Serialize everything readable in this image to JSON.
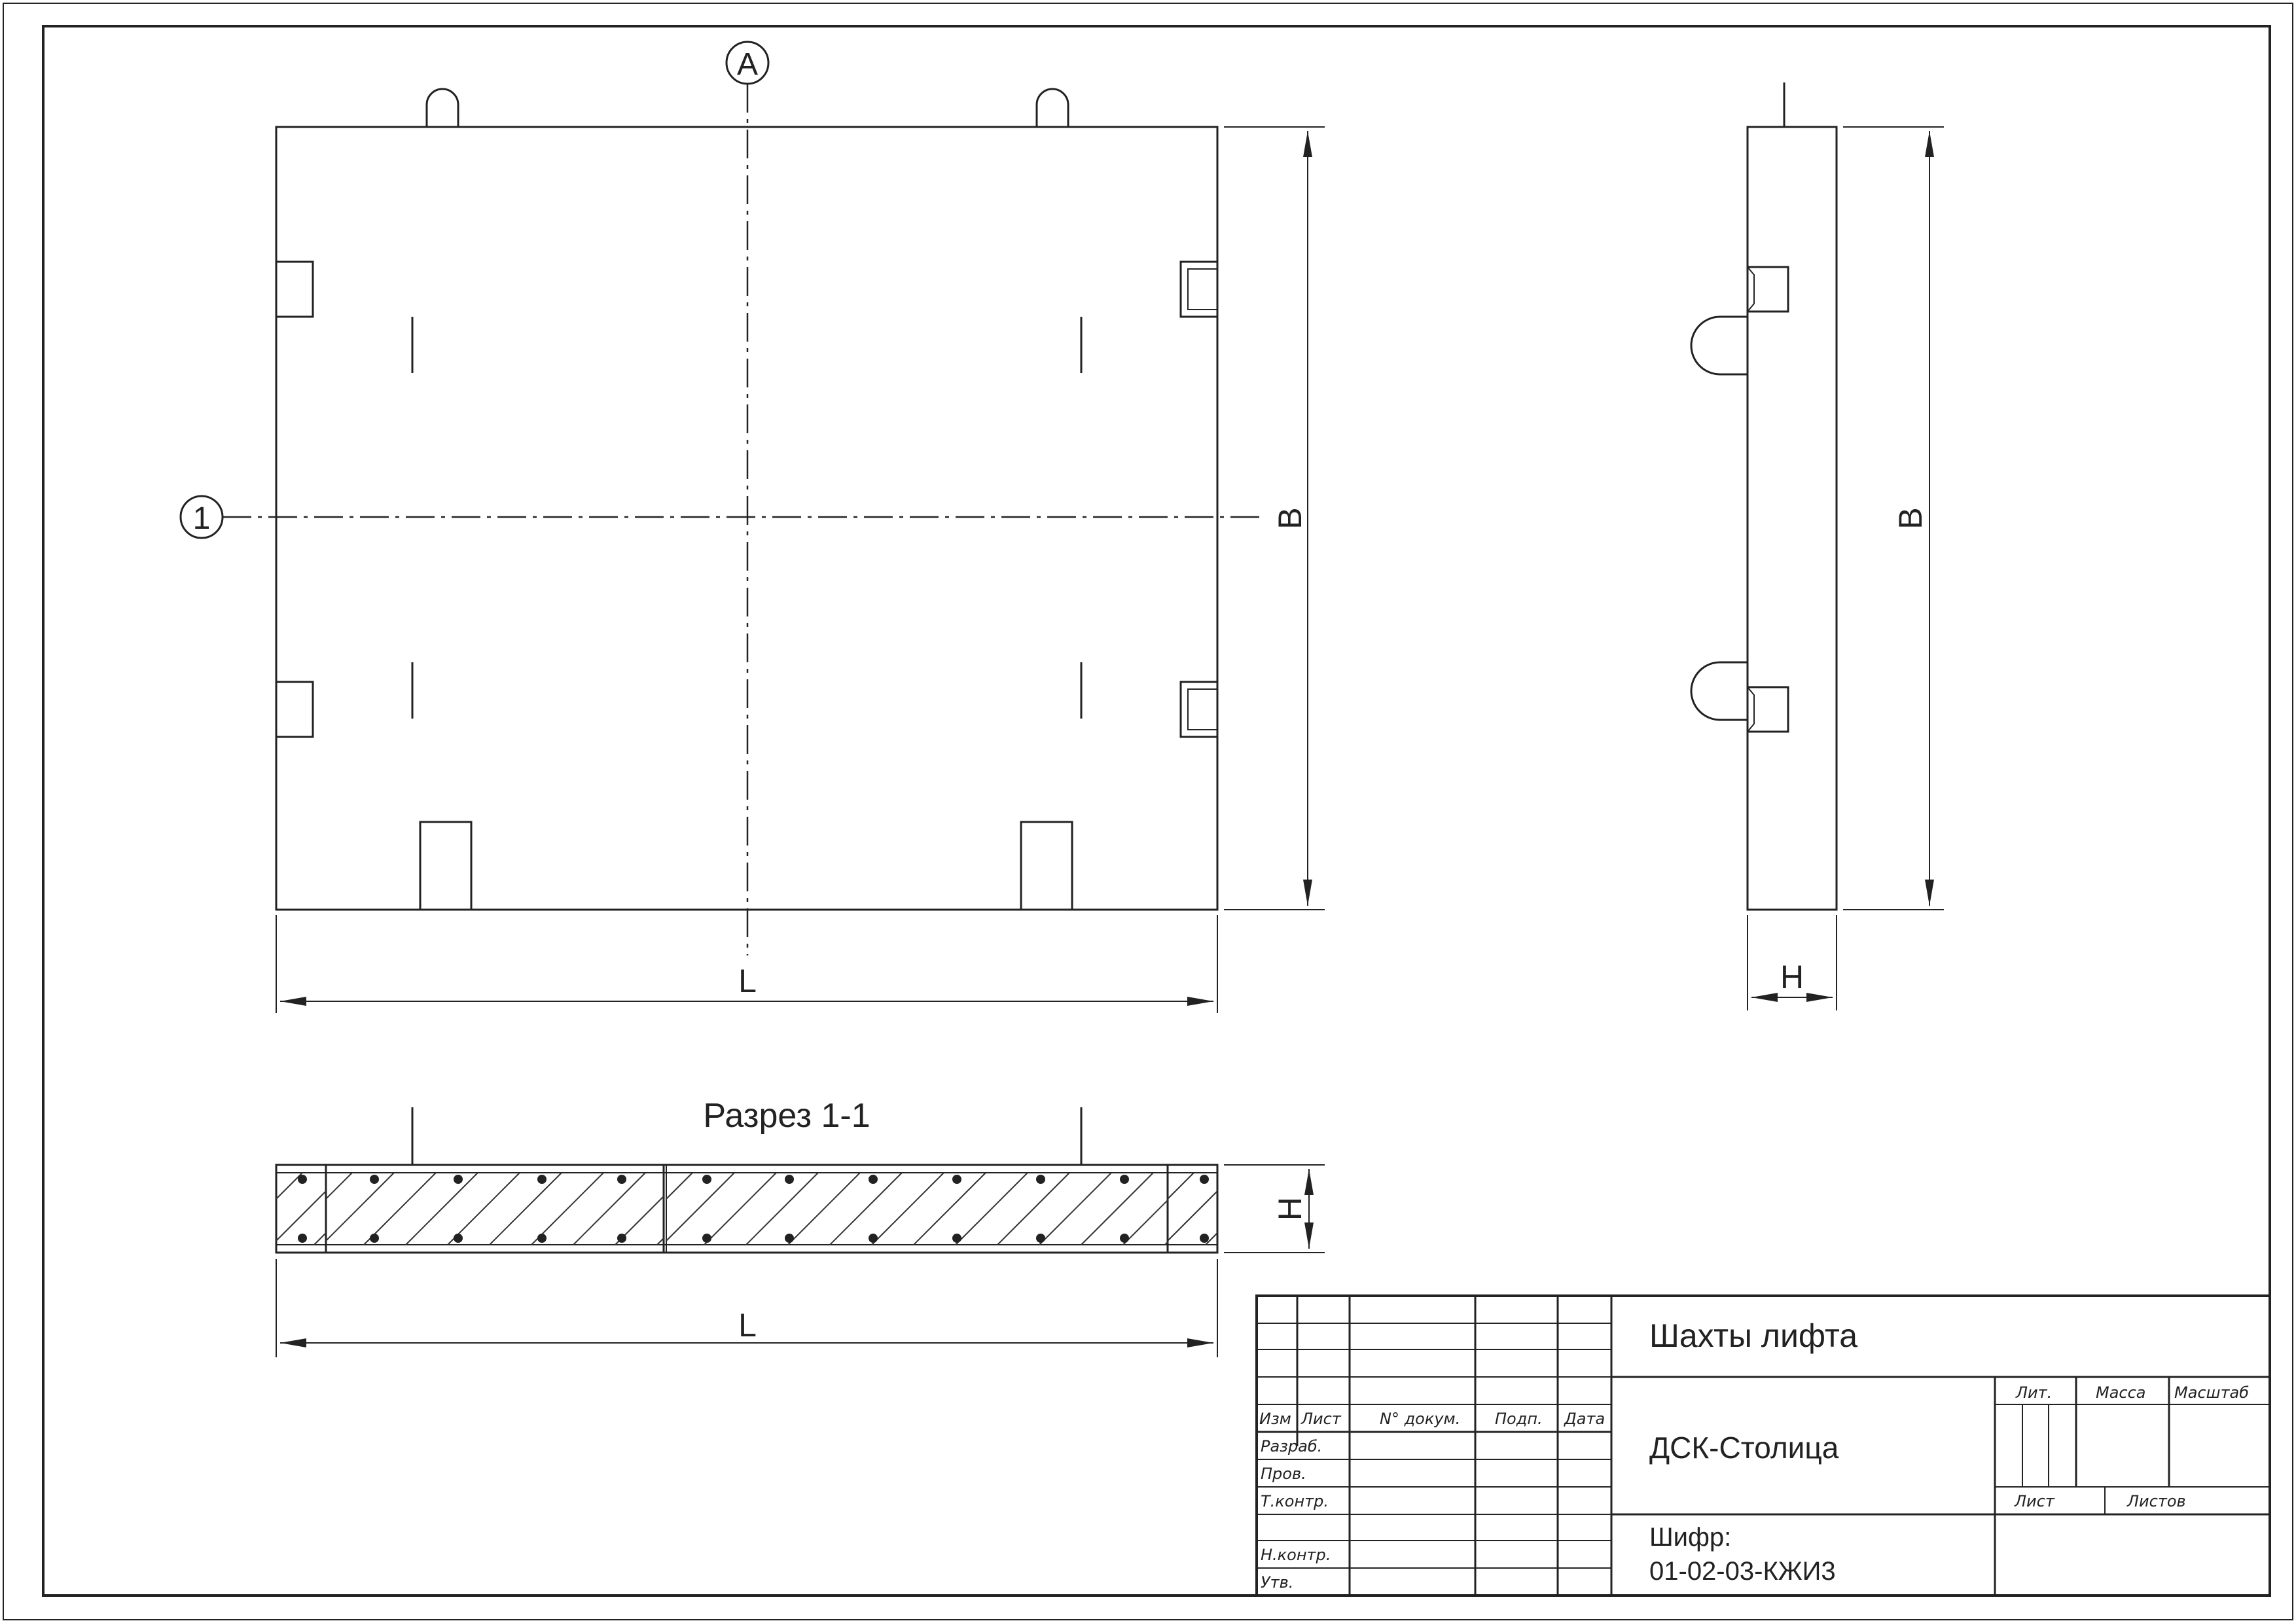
{
  "labels": {
    "axis_a": "A",
    "axis_1": "1",
    "dim_b_front": "B",
    "dim_l_front": "L",
    "dim_b_side": "B",
    "dim_h_side": "H",
    "section_title": "Разрез 1-1",
    "dim_h_section": "H",
    "dim_l_section": "L"
  },
  "title_block": {
    "title": "Шахты лифта",
    "company": "ДСК-Столица",
    "cipher_label": "Шифр:",
    "cipher_value": "01-02-03-КЖИ3",
    "headers": {
      "izm": "Изм",
      "list": "Лист",
      "ndoc": "N° докум.",
      "podp": "Подп.",
      "data": "Дата"
    },
    "rows": {
      "razrab": "Разраб.",
      "prov": "Пров.",
      "tkontr": "Т.контр.",
      "nkontr": "Н.контр.",
      "utv": "Утв."
    },
    "lit": "Лит.",
    "massa": "Масса",
    "masshtab": "Масштаб",
    "sheet": "Лист",
    "sheets": "Листов"
  }
}
